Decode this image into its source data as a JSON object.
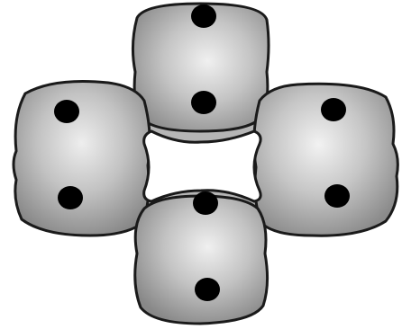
{
  "diagram": {
    "shape": "four-lobed ring",
    "lobes": [
      "top",
      "left",
      "right",
      "bottom"
    ],
    "spots_per_lobe": 2,
    "colors": {
      "lobe_fill_light": "#f0f0f0",
      "lobe_fill_dark": "#8c8c8c",
      "outline": "#1a1a1a",
      "spot": "#000000",
      "hole": "#ffffff"
    }
  }
}
